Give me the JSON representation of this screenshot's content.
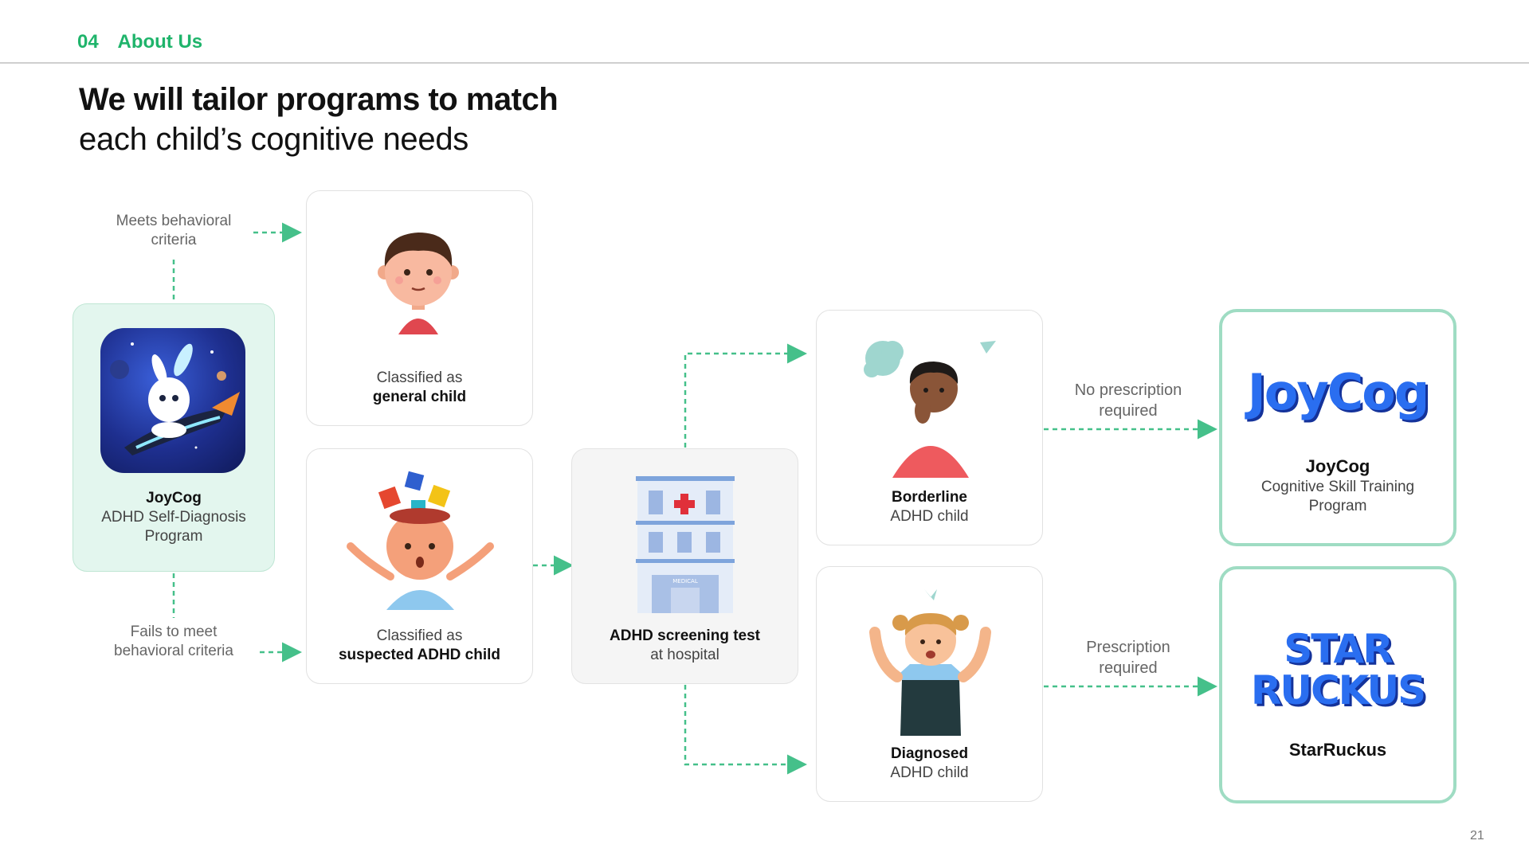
{
  "header": {
    "section_number": "04",
    "section_title": "About Us"
  },
  "title": {
    "line1": "We will tailor programs to match",
    "line2": "each child’s cognitive needs"
  },
  "labels": {
    "meets": "Meets behavioral criteria",
    "fails": "Fails to meet behavioral criteria",
    "no_prescription": "No prescription required",
    "prescription": "Prescription required"
  },
  "cards": {
    "selfdiag": {
      "bold": "JoyCog",
      "line2": "ADHD Self-Diagnosis",
      "line3": "Program"
    },
    "general": {
      "line1": "Classified as",
      "bold": "general child"
    },
    "suspected": {
      "line1": "Classified as",
      "bold": "suspected ADHD child"
    },
    "hospital": {
      "bold": "ADHD screening test",
      "line2": "at hospital",
      "sign": "MEDICAL"
    },
    "borderline": {
      "bold": "Borderline",
      "line2": "ADHD child"
    },
    "diagnosed": {
      "bold": "Diagnosed",
      "line2": "ADHD child"
    },
    "joycog": {
      "logo": "JoyCog",
      "bold": "JoyCog",
      "line2": "Cognitive Skill Training",
      "line3": "Program"
    },
    "starruckus": {
      "logo_line1": "STAR",
      "logo_line2": "RUCKUS",
      "bold": "StarRuckus"
    }
  },
  "colors": {
    "accent": "#1fb46b",
    "connector": "#45c08a",
    "card_green": "#e3f6ee",
    "outline": "#9fdcc3",
    "logo_blue": "#2a6ef0"
  },
  "page_number": "21"
}
